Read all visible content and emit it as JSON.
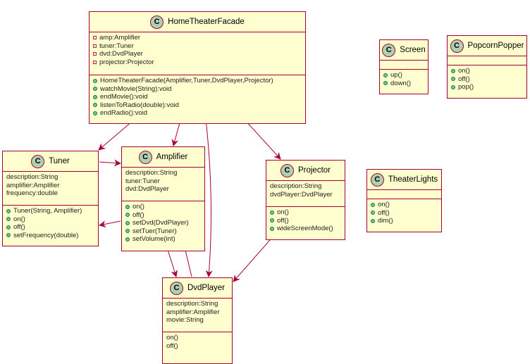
{
  "colors": {
    "class_fill": "#fefece",
    "border": "#a80036",
    "badge_fill": "#add1b2",
    "edge": "#a80036",
    "public_dot": "#84be84"
  },
  "badge_letter": "C",
  "classes": [
    {
      "id": "facade",
      "name": "HomeTheaterFacade",
      "fields": [
        "amp:Amplifier",
        "tuner:Tuner",
        "dvd:DvdPlayer",
        "projector:Projector"
      ],
      "field_vis": "private",
      "methods": [
        "HomeTheaterFacade(Amplifier,Tuner,DvdPlayer,Projector)",
        "watchMovie(String):void",
        "endMovie():void",
        "listenToRadio(double):void",
        "endRadio():void"
      ],
      "method_vis": "public"
    },
    {
      "id": "screen",
      "name": "Screen",
      "fields": [],
      "methods": [
        "up()",
        "down()"
      ],
      "method_vis": "public"
    },
    {
      "id": "popcorn",
      "name": "PopcornPopper",
      "fields": [],
      "methods": [
        "on()",
        "off()",
        "pop()"
      ],
      "method_vis": "public"
    },
    {
      "id": "tuner",
      "name": "Tuner",
      "fields": [
        "description:String",
        "amplifier:Amplifier",
        "frequency:double"
      ],
      "field_vis": "none",
      "methods": [
        "Tuner(String, Amplifier)",
        "on()",
        "off()",
        "setFrequency(double)"
      ],
      "method_vis": "public"
    },
    {
      "id": "amplifier",
      "name": "Amplifier",
      "fields": [
        "description:String",
        "tuner:Tuner",
        "dvd:DvdPlayer"
      ],
      "field_vis": "none",
      "methods": [
        "on()",
        "off()",
        "setDvd(DvdPlayer)",
        "setTuer(Tuner)",
        "setVolume(int)"
      ],
      "method_vis": "public"
    },
    {
      "id": "projector",
      "name": "Projector",
      "fields": [
        "description:String",
        "dvdPlayer:DvdPlayer"
      ],
      "field_vis": "none",
      "methods": [
        "on()",
        "off()",
        "wideScreenMode()"
      ],
      "method_vis": "public"
    },
    {
      "id": "lights",
      "name": "TheaterLights",
      "fields": [],
      "methods": [
        "on()",
        "off()",
        "dim()"
      ],
      "method_vis": "public"
    },
    {
      "id": "dvd",
      "name": "DvdPlayer",
      "fields": [
        "description:String",
        "amplifier:Amplifier",
        "movie:String"
      ],
      "field_vis": "none",
      "methods": [
        "on()",
        "off()"
      ],
      "method_vis": "none"
    }
  ],
  "edges": [
    {
      "from": "facade",
      "to": "tuner"
    },
    {
      "from": "facade",
      "to": "amplifier"
    },
    {
      "from": "facade",
      "to": "dvd"
    },
    {
      "from": "facade",
      "to": "projector"
    },
    {
      "from": "tuner",
      "to": "amplifier"
    },
    {
      "from": "amplifier",
      "to": "tuner"
    },
    {
      "from": "amplifier",
      "to": "dvd"
    },
    {
      "from": "dvd",
      "to": "amplifier"
    },
    {
      "from": "projector",
      "to": "dvd"
    }
  ]
}
